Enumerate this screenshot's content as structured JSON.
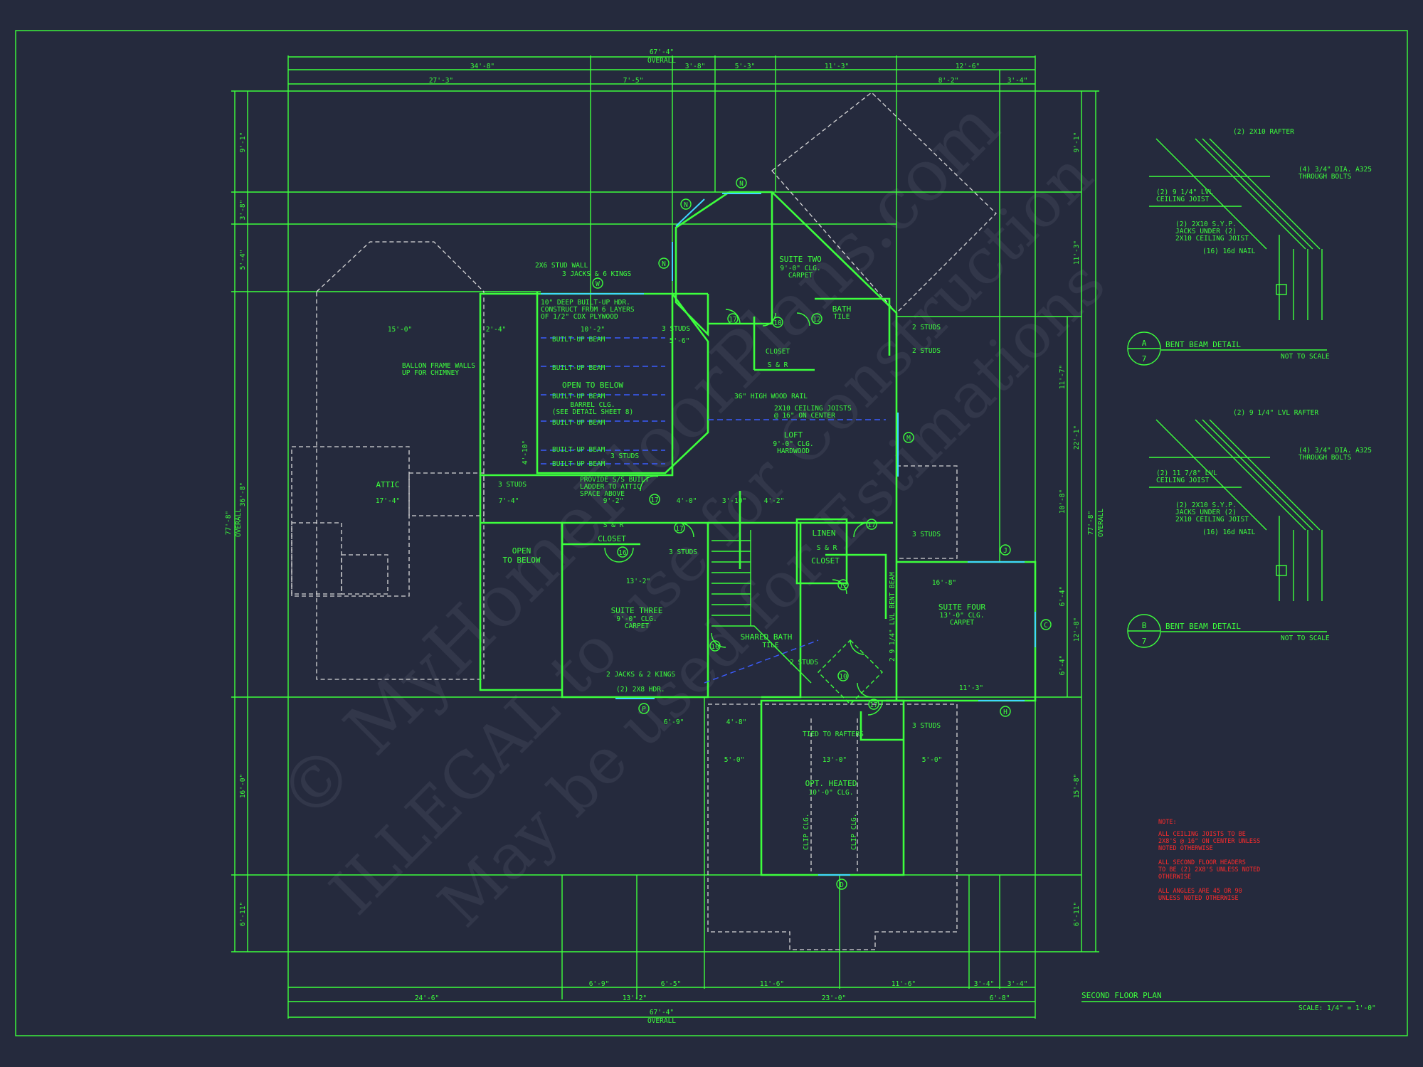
{
  "sheet": {
    "title": "SECOND FLOOR PLAN",
    "scale": "SCALE: 1/4\" = 1'-0\"",
    "watermark_line1": "© MyHomeFloorPlans.com",
    "watermark_line2": "ILLEGAL to use for Construction",
    "watermark_line3": "May be used for Estimations"
  },
  "rooms": {
    "suite_two": [
      "SUITE TWO",
      "9'-0\" CLG.",
      "CARPET"
    ],
    "bath": [
      "BATH",
      "TILE"
    ],
    "closet_top": [
      "CLOSET",
      "S & R"
    ],
    "open_below_main": [
      "OPEN TO BELOW"
    ],
    "barrel": [
      "BARREL CLG.",
      "(SEE DETAIL SHEET 8)"
    ],
    "loft": [
      "LOFT",
      "9'-0\" CLG.",
      "HARDWOOD"
    ],
    "attic": [
      "ATTIC"
    ],
    "open_below_small": [
      "OPEN",
      "TO BELOW"
    ],
    "closet_left": [
      "S & R",
      "CLOSET"
    ],
    "linen": [
      "LINEN"
    ],
    "closet_mid": [
      "S & R",
      "CLOSET"
    ],
    "suite_three": [
      "SUITE THREE",
      "9'-0\" CLG.",
      "CARPET"
    ],
    "shared_bath": [
      "SHARED BATH",
      "TILE"
    ],
    "suite_four": [
      "SUITE FOUR",
      "13'-0\" CLG.",
      "CARPET"
    ],
    "opt_heated": [
      "OPT. HEATED",
      "10'-0\" CLG."
    ]
  },
  "notes": {
    "header_note": [
      "10\" DEEP BUILT-UP HDR.",
      "CONSTRUCT FROM 6 LAYERS",
      "OF 1/2\" CDX PLYWOOD"
    ],
    "beams": [
      "BUILT-UP BEAM",
      "BUILT-UP BEAM",
      "BUILT-UP BEAM",
      "BUILT-UP BEAM",
      "BUILT-UP BEAM",
      "BUILT-UP BEAM"
    ],
    "stud_wall": "2X6 STUD WALL",
    "jacks_kings": "3 JACKS & 6 KINGS",
    "ballon": [
      "BALLON FRAME WALLS",
      "UP FOR CHIMNEY"
    ],
    "rail": "36\" HIGH WOOD RAIL",
    "ceiling_joists": [
      "2X10 CEILING JOISTS",
      "@ 16\" ON CENTER"
    ],
    "ladder": [
      "PROVIDE S/S BUILT",
      "LADDER TO ATTIC",
      "SPACE ABOVE"
    ],
    "two_jacks": "2 JACKS & 2 KINGS",
    "hdr_2x8": "(2) 2X8 HDR.",
    "rafters": "TIED TO RAFTERS",
    "clip": "CLIP CLG.",
    "studs3": "3 STUDS",
    "studs2": "2 STUDS",
    "bent_beam": "2 9 1/4\" LVL BENT BEAM",
    "red_note": [
      "NOTE:",
      "ALL CEILING JOISTS TO BE",
      "2X8'S @ 16\" ON CENTER UNLESS",
      "NOTED OTHERWISE",
      "ALL SECOND FLOOR HEADERS",
      "TO BE (2) 2X8'S UNLESS NOTED",
      "OTHERWISE",
      "ALL ANGLES ARE 45 OR 90",
      "UNLESS NOTED OTHERWISE"
    ]
  },
  "dimensions": {
    "top_overall": "67'-4\"",
    "overall": "OVERALL",
    "top_row2": [
      "34'-8\"",
      "3'-8\"",
      "5'-3\"",
      "11'-3\"",
      "12'-6\""
    ],
    "top_row3": [
      "27'-3\"",
      "7'-5\"",
      "8'-2\"",
      "3'-4\""
    ],
    "left_overall": "77'-8\"",
    "left_col": [
      "9'-1\"",
      "3'-8\"",
      "5'-4\"",
      "36'-8\"",
      "16'-0\"",
      "6'-11\""
    ],
    "right_col": [
      "9'-1\"",
      "11'-3\"",
      "11'-7\"",
      "22'-1\"",
      "10'-8\"",
      "6'-4\"",
      "12'-8\"",
      "6'-4\"",
      "15'-8\"",
      "6'-11\""
    ],
    "bottom_row1": [
      "6'-9\"",
      "6'-5\"",
      "11'-6\"",
      "11'-6\"",
      "3'-4\"",
      "3'-4\""
    ],
    "bottom_row2": [
      "24'-6\"",
      "13'-2\"",
      "23'-0\"",
      "6'-8\""
    ],
    "bottom_overall": "67'-4\"",
    "inner": [
      "15'-0\"",
      "10'-2\"",
      "5'-6\"",
      "17'-4\"",
      "7'-4\"",
      "9'-2\"",
      "13'-2\"",
      "4'-0\"",
      "3'-10\"",
      "4'-2\"",
      "4'-10\"",
      "16'-8\"",
      "6'-9\"",
      "4'-8\"",
      "5'-0\"",
      "13'-0\"",
      "5'-0\"",
      "2'-4\"",
      "11'-3\""
    ]
  },
  "details": {
    "a": {
      "letter": "A",
      "sheet": "7",
      "title": "BENT BEAM DETAIL",
      "scale": "NOT TO SCALE",
      "labels": [
        "(2) 2X10 RAFTER",
        "(4) 3/4\" DIA. A325",
        "THROUGH BOLTS",
        "(2) 9 1/4\" LVL",
        "CEILING JOIST",
        "(2) 2X10 S.Y.P.",
        "JACKS UNDER (2)",
        "2X10 CEILING JOIST",
        "(16) 16d NAIL"
      ]
    },
    "b": {
      "letter": "B",
      "sheet": "7",
      "title": "BENT BEAM DETAIL",
      "scale": "NOT TO SCALE",
      "labels": [
        "(2) 9 1/4\" LVL RAFTER",
        "(4) 3/4\" DIA. A325",
        "THROUGH BOLTS",
        "(2) 11 7/8\" LVL",
        "CEILING JOIST",
        "(2) 2X10 S.Y.P.",
        "JACKS UNDER (2)",
        "2X10 CEILING JOIST",
        "(16) 16d NAIL"
      ]
    }
  },
  "tags": {
    "windows": [
      "N",
      "N",
      "N",
      "W",
      "M",
      "J",
      "C",
      "H",
      "P",
      "D"
    ],
    "doors": [
      "17",
      "10",
      "12",
      "17",
      "17",
      "17",
      "16",
      "10",
      "12",
      "10",
      "17"
    ]
  },
  "colors": {
    "background": "#252a3d",
    "linework": "#3dff3d",
    "glazing": "#3fd6ff",
    "notes_red": "#ff2b2b",
    "hidden": "#d8d8d8"
  }
}
